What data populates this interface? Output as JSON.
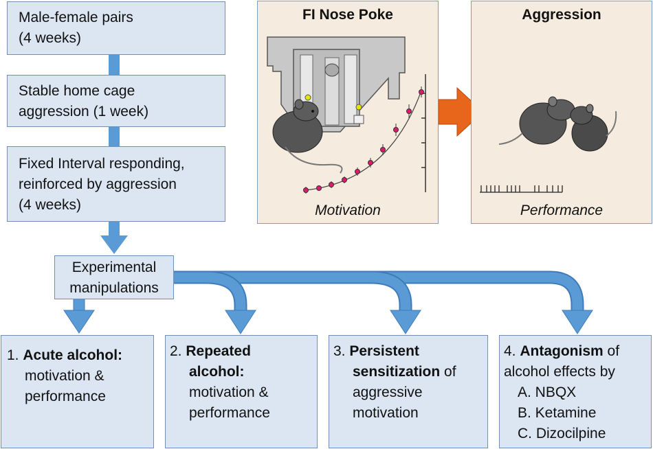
{
  "flow": {
    "step1": [
      "Male-female pairs",
      "(4 weeks)"
    ],
    "step2": [
      "Stable home cage",
      "aggression (1 week)"
    ],
    "step3": [
      "Fixed Interval responding,",
      "reinforced by aggression",
      "(4 weeks)"
    ],
    "manip": [
      "Experimental",
      "manipulations"
    ]
  },
  "panels": {
    "nose_poke": {
      "title": "FI Nose Poke",
      "caption": "Motivation"
    },
    "aggression": {
      "title": "Aggression",
      "caption": "Performance"
    }
  },
  "outcomes": [
    {
      "num": "1.",
      "bold": "Acute alcohol:",
      "lines": [
        "motivation &",
        "performance"
      ]
    },
    {
      "num": "2.",
      "bold1": "Repeated",
      "bold2": "alcohol:",
      "lines": [
        "motivation &",
        "performance"
      ]
    },
    {
      "num": "3.",
      "bold1": "Persistent",
      "bold2": "sensitization",
      "tail2": " of",
      "lines": [
        "aggressive",
        "motivation"
      ]
    },
    {
      "num": "4.",
      "bold": "Antagonism",
      "tail": " of",
      "lines": [
        "alcohol effects by",
        "A. NBQX",
        "B. Ketamine",
        "C. Dizocilpine"
      ]
    }
  ],
  "colors": {
    "box_fill": "#dce6f2",
    "box_border": "#6f8fb3",
    "arrow_blue": "#5b9bd5",
    "arrow_orange": "#e8651c",
    "panel_fill": "#f5ebdf",
    "marker": "#e0196b"
  }
}
